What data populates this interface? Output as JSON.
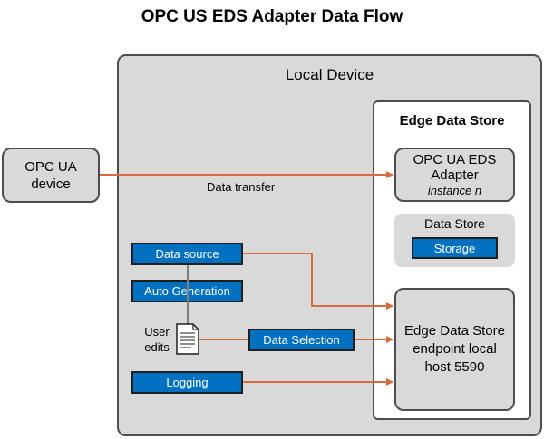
{
  "title": "OPC US EDS Adapter Data Flow",
  "local_device": {
    "label": "Local Device"
  },
  "edge_data_store": {
    "label": "Edge Data Store",
    "adapter": {
      "line1": "OPC UA EDS",
      "line2": "Adapter",
      "line3": "instance n"
    },
    "data_store": {
      "label": "Data Store",
      "storage": "Storage"
    },
    "endpoint": {
      "line1": "Edge Data Store",
      "line2": "endpoint local",
      "line3": "host 5590"
    }
  },
  "opc_device": {
    "line1": "OPC UA",
    "line2": "device"
  },
  "data_transfer_label": "Data transfer",
  "components": {
    "data_source": "Data source",
    "auto_generation": "Auto Generation",
    "user_edits_line1": "User",
    "user_edits_line2": "edits",
    "data_selection": "Data Selection",
    "logging": "Logging"
  },
  "colors": {
    "arrow": "#d86a3f",
    "blue_box": "#0070c0",
    "panel": "#d9d9d9"
  },
  "icons": {
    "document": "document-icon"
  }
}
